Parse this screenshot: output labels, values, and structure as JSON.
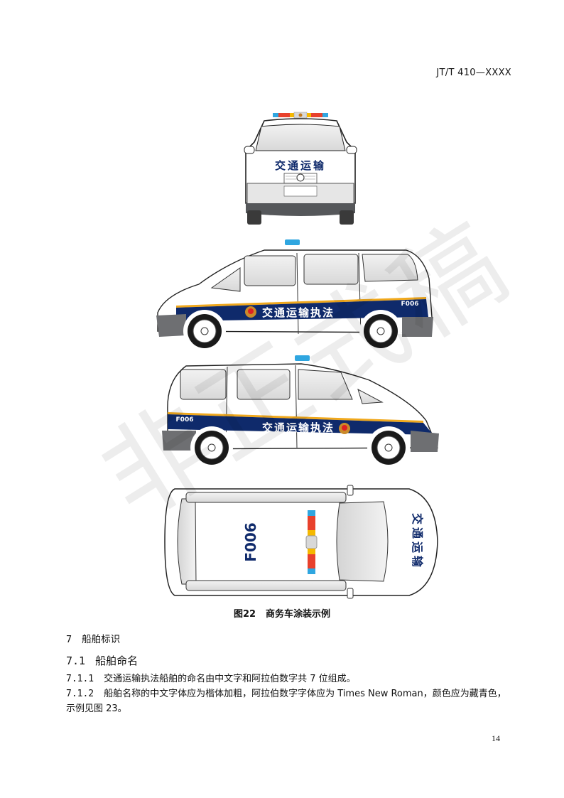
{
  "header": {
    "standard_code": "JT/T 410—XXXX"
  },
  "figure": {
    "number": "图22",
    "title": "商务车涂装示例",
    "colors": {
      "navy": "#0f2a6b",
      "stripe_gold": "#f0a81c",
      "light_blue": "#2fa6e0",
      "light_red": "#e8412c",
      "light_amber": "#f5b800",
      "bumper_gray": "#6e6f72"
    },
    "front_view": {
      "hood_text": "交通运输"
    },
    "side_view_left": {
      "body_text": "交通运输执法",
      "number": "F006"
    },
    "side_view_right": {
      "body_text": "交通运输执法",
      "number": "F006"
    },
    "top_view": {
      "roof_number": "F006",
      "hood_text": "交通运输"
    }
  },
  "watermark": {
    "text": "非正式稿"
  },
  "section7": {
    "number": "7",
    "title": "船舶标识"
  },
  "section71": {
    "number": "7.1",
    "title": "船舶命名"
  },
  "paragraphs": [
    {
      "number": "7.1.1",
      "text": "交通运输执法船舶的命名由中文字和阿拉伯数字共 7 位组成。"
    },
    {
      "number": "7.1.2",
      "text": "船舶名称的中文字体应为楷体加粗，阿拉伯数字字体应为 Times New Roman，颜色应为藏青色，示例见图 23。"
    }
  ],
  "page_number": "14"
}
